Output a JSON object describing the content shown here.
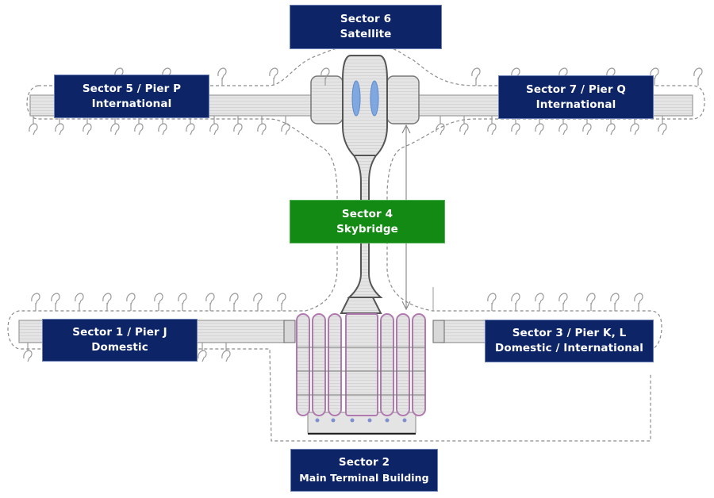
{
  "title": "Airport terminal sector layout",
  "sectors": {
    "s6": {
      "line1": "Sector 6",
      "line2": "Satellite",
      "color": "#0d2466"
    },
    "s5": {
      "line1": "Sector 5 / Pier P",
      "line2": "International",
      "color": "#0d2466"
    },
    "s7": {
      "line1": "Sector 7 / Pier Q",
      "line2": "International",
      "color": "#0d2466"
    },
    "s4": {
      "line1": "Sector 4",
      "line2": "Skybridge",
      "color": "#138a13"
    },
    "s1": {
      "line1": "Sector 1 / Pier J",
      "line2": "Domestic",
      "color": "#0d2466"
    },
    "s3": {
      "line1": "Sector 3 / Pier K, L",
      "line2": "Domestic / International",
      "color": "#0d2466"
    },
    "s2": {
      "line1": "Sector 2",
      "line2": "Main Terminal Building",
      "color": "#0d2466"
    }
  },
  "colors": {
    "building_fill": "#e6e6e6",
    "building_stroke": "#8a8a8a",
    "dashed_outline": "#8a8a8a",
    "terminal_accent": "#c58ac5",
    "satellite_blue": "#7fa8e0"
  }
}
